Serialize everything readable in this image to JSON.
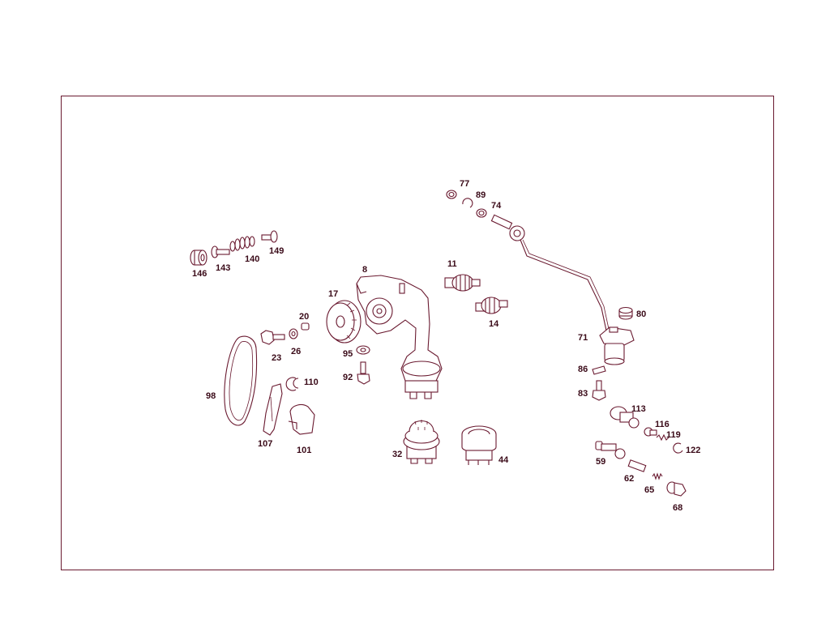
{
  "labels": {
    "p77": "77",
    "p89": "89",
    "p74": "74",
    "p146": "146",
    "p143": "143",
    "p140": "140",
    "p149": "149",
    "p8": "8",
    "p11": "11",
    "p17": "17",
    "p14": "14",
    "p20": "20",
    "p80": "80",
    "p71": "71",
    "p23": "23",
    "p26": "26",
    "p95": "95",
    "p98": "98",
    "p92": "92",
    "p110": "110",
    "p86": "86",
    "p83": "83",
    "p113": "113",
    "p116": "116",
    "p119": "119",
    "p122": "122",
    "p107": "107",
    "p101": "101",
    "p32": "32",
    "p44": "44",
    "p59": "59",
    "p62": "62",
    "p65": "65",
    "p68": "68"
  },
  "colors": {
    "line": "#6a1a30",
    "border": "#6a1a30",
    "text": "#3a0a18"
  }
}
